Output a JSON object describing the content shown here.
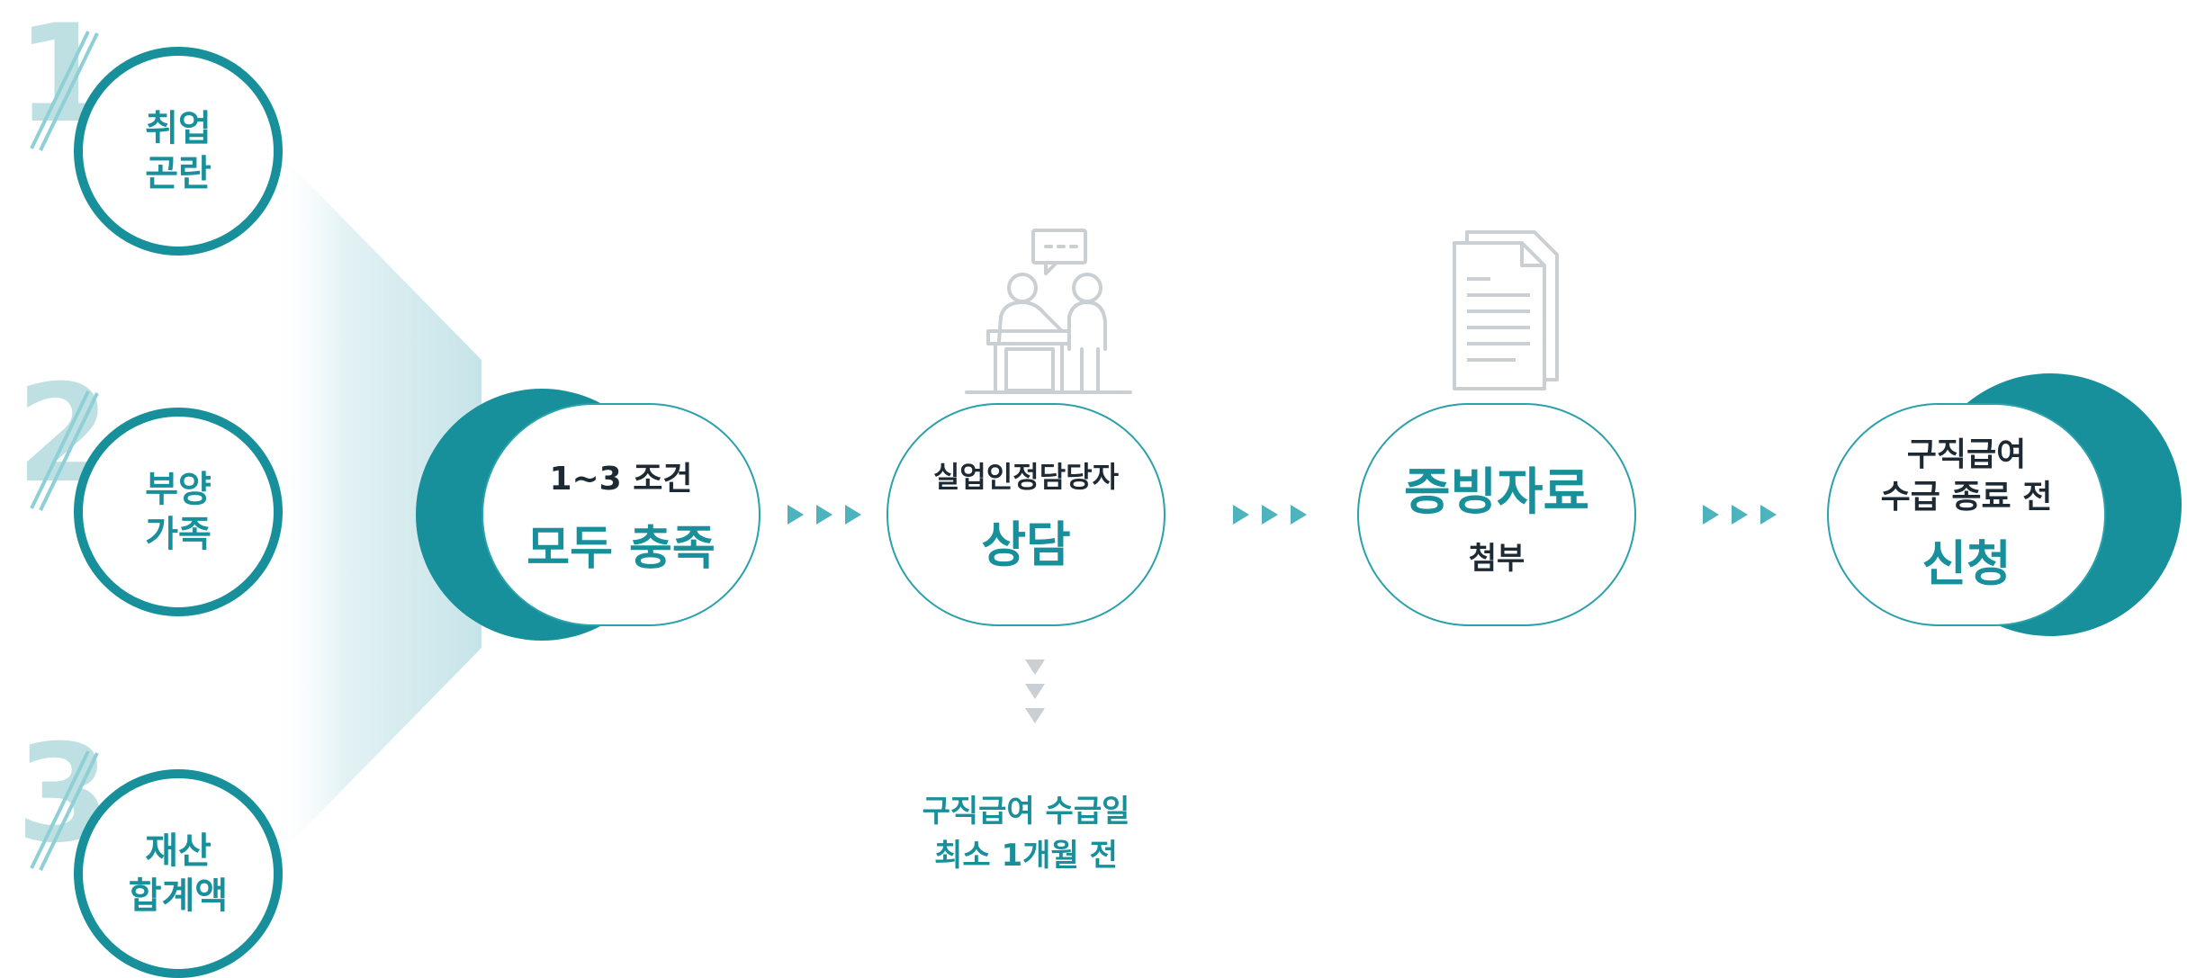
{
  "conditions": [
    {
      "number": "1",
      "line1": "취업",
      "line2": "곤란"
    },
    {
      "number": "2",
      "line1": "부양",
      "line2": "가족"
    },
    {
      "number": "3",
      "line1": "재산",
      "line2": "합계액"
    }
  ],
  "steps": [
    {
      "line1": "1~3 조건",
      "line2": "모두 충족"
    },
    {
      "line1": "실업인정담당자",
      "line2": "상담"
    },
    {
      "line1": "증빙자료",
      "line2": "첨부"
    },
    {
      "line1": "구직급여",
      "line2": "수급 종료 전",
      "line3": "신청"
    }
  ],
  "note": {
    "line1": "구직급여 수급일",
    "line2": "최소 1개월 전"
  },
  "icons": [
    "consultation-icon",
    "document-icon"
  ],
  "colors": {
    "teal": "#17909c",
    "light_teal": "#bfe0e3",
    "arrow": "#4fb3bd",
    "gray_icon": "#c9cfd3",
    "dark_text": "#1d2a33"
  }
}
